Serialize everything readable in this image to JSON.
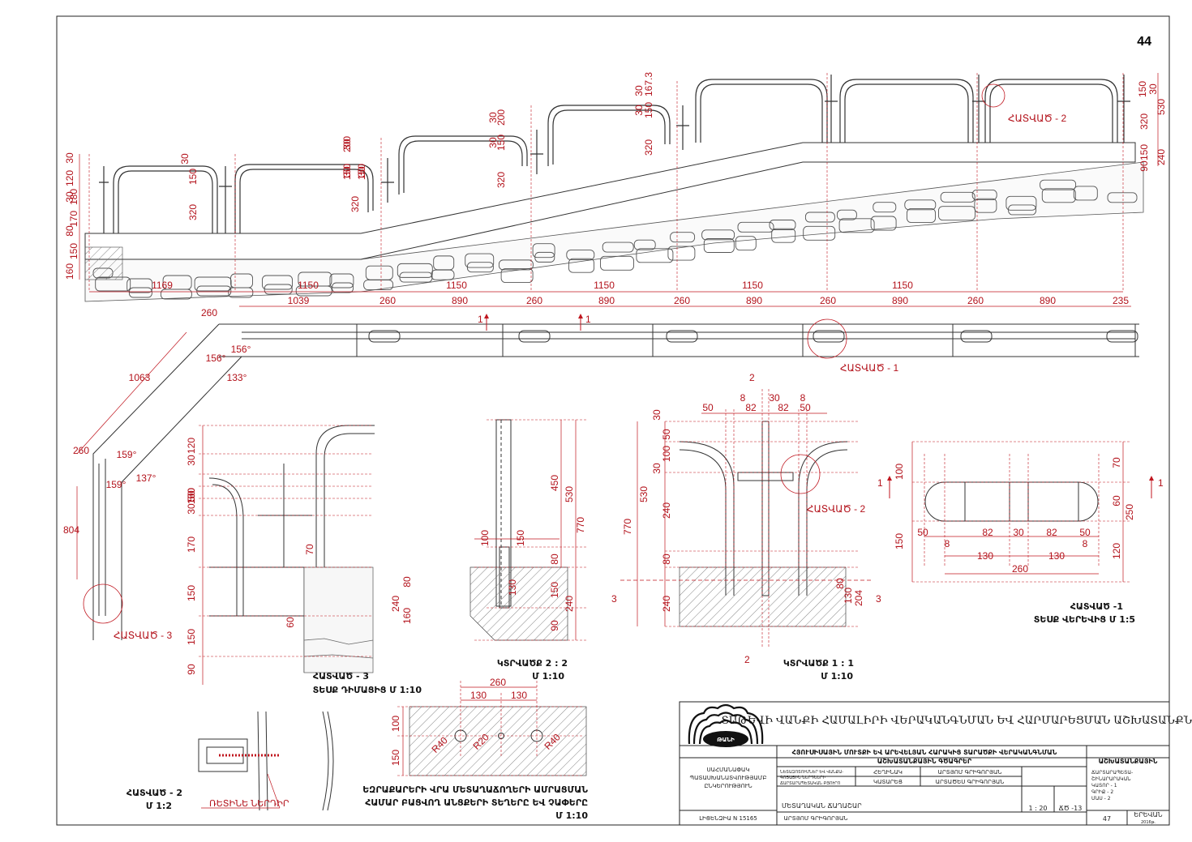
{
  "sheet": {
    "page_number": "44",
    "dims_top": [
      "1169",
      "1150",
      "1150",
      "1150",
      "1150",
      "1150"
    ],
    "dims_plan": [
      "1039",
      "260",
      "890",
      "260",
      "890",
      "260",
      "890",
      "260",
      "890",
      "260",
      "890",
      "235"
    ],
    "dims_left_stack": [
      "30",
      "120",
      "30",
      "180",
      "170",
      "80",
      "150",
      "160"
    ],
    "dims_post1": [
      "30",
      "150",
      "320"
    ],
    "dims_post2": [
      "30",
      "200",
      "30",
      "150",
      "30",
      "150",
      "320"
    ],
    "dims_post3": [
      "30",
      "200",
      "30",
      "150",
      "320"
    ],
    "dims_post4": [
      "30",
      "167.3",
      "30",
      "150",
      "320"
    ],
    "dims_right": [
      "150",
      "30",
      "530",
      "320",
      "150",
      "90",
      "240"
    ],
    "plan_dims_diag": [
      "260",
      "1063",
      "260",
      "804"
    ],
    "angles": [
      "156°",
      "156°",
      "133°",
      "159°",
      "159°",
      "137°"
    ],
    "label_hatvac1": "ՀԱՏՎԱԾ - 1",
    "label_hatvac2_top": "ՀԱՏՎԱԾ - 2",
    "label_hatvac3_plan": "ՀԱՏՎԱԾ - 3",
    "label_hatvac2_detail": "ՀԱՏՎԱԾ - 2",
    "section_marks": [
      "1",
      "1",
      "2",
      "2",
      "3",
      "3",
      "1",
      "1"
    ],
    "det3_dims": [
      "120",
      "30",
      "150",
      "100",
      "50",
      "30",
      "170",
      "150",
      "150",
      "90",
      "70",
      "60"
    ],
    "det3_caption1": "ՀԱՏՎԱԾ - 3",
    "det3_caption2": "ՏԵՍՔ ԴԻՄԱՑԻՑ Մ 1:10",
    "s22_dims": [
      "100",
      "150",
      "450",
      "530",
      "770",
      "80",
      "130",
      "150",
      "240",
      "80",
      "240",
      "160",
      "90"
    ],
    "s22_caption1": "ԿՏՐՎԱԾՔ 2 : 2",
    "s22_caption2": "Մ 1:10",
    "s11_dims_top": [
      "50",
      "8",
      "82",
      "30",
      "82",
      "8",
      "50"
    ],
    "s11_dims_left": [
      "30",
      "50",
      "100",
      "30",
      "240",
      "80",
      "240",
      "530",
      "770"
    ],
    "s11_dims_right": [
      "80",
      "130",
      "204"
    ],
    "s11_caption1": "ԿՏՐՎԱԾՔ 1 : 1",
    "s11_caption2": "Մ 1:10",
    "h1_dims": [
      "100",
      "150",
      "70",
      "60",
      "250",
      "120",
      "50",
      "82",
      "30",
      "82",
      "50",
      "8",
      "8",
      "130",
      "130",
      "260"
    ],
    "h1_caption1": "ՀԱՏՎԱԾ -1",
    "h1_caption2": "ՏԵՍՔ ՎԵՐԵՎԻՑ Մ 1:5",
    "h2_caption1": "ՀԱՏՎԱԾ - 2",
    "h2_caption2": "Մ 1:2",
    "h2_note": "ՌԵՏԻՆԵ ՆԵՐԴԻՐ",
    "holes_dims": [
      "260",
      "130",
      "130",
      "100",
      "150"
    ],
    "holes_radii": [
      "R40",
      "R20",
      "R40"
    ],
    "holes_caption": [
      "ԵԶՐԱՔԱՐԵՐԻ ՎՐԱ ՄԵՏԱՂԱՃՈՂԵՐԻ ԱՄՐԱՑՄԱՆ",
      "ՀԱՄԱՐ ԲԱՑՎՈՂ ԱՆՑՔԵՐԻ ՏԵՂԵՐԸ ԵՎ ՉԱՓԵՐԸ",
      "Մ 1:10"
    ]
  },
  "title_block": {
    "org_title": [
      "ՏԱԹԵՎԻ ՎԱՆՔԻ ՀԱՄԱԼԻՐԻ ՎԵՐԱԿԱՆԳՆՄԱՆ ԵՎ ՀԱՐՄԱՐԵՑՄԱՆ ԱՇԽԱՏԱՆՔՆԵՐ"
    ],
    "project_title": "ՀՅՈՒՍԻՍԱՅԻՆ ՄՈՒՏՔԻ ԵՎ ԱՐԵՎԵԼՅԱՆ ՀԱՐԱԿԻՑ ՏԱՐԱԾՔԻ ՎԵՐԱԿԱՆԳՆՄԱՆ",
    "project_sub": "ԱՇԽԱՏԱՆՔԱՅԻՆ ԳԾԱԳՐԵՐ",
    "company": [
      "ՍԱՀՄԱՆԱՓԱԿ",
      "ՊԱՏԱՍԽԱՆԱՏՎՈՒԹՅԱՄԲ",
      "ԸՆԿԵՐՈՒԹՅՈՒՆ"
    ],
    "license": "ԼԻՑԵՆԶԻԱ N 15165",
    "left_note": [
      "ՆԵՏԱԶՈՏՈՒՄՆԵՐ ԵՎ ՎԱՆՔԱ-",
      "ԳՈՅԱՅԻՆ ՆԵՐԴՆԵՐԻ",
      "ՃԱՐՏԱՐԱՊԵՏԱԿԱՆ ԲՅՈՒՐՈ"
    ],
    "role_1": "ՀԵՂԻՆԱԿ",
    "name_1": "ԱՐՏՅՈՄ ԳՐԻԳՈՐՅԱՆ",
    "role_2": "ԿԱՏԱՐԵՑ",
    "name_2": "ԱՐՏԱԾԵՍ ԳՐԻԳՈՐՅԱՆ",
    "sheet_label": "ՄԵՏԱՂԱԿԱՆ ՃԱՂԱՇԱՐ",
    "chief": "ԱՐՏՅՈՄ ԳՐԻԳՈՐՅԱՆ",
    "stage": "ԱՇԽԱՏԱՆՔԱՅԻՆ",
    "scale": "1 : 20",
    "sheet_code": "ՃԾ -13",
    "sheet_no": "47",
    "city": "ԵՐԵՎԱՆ",
    "year": "2016թ.",
    "right_list": [
      "ՃԱՐՏԱՐԱՊԵՏԱ-",
      "ՇԻՆԱՐԱՐԱԿԱՆ",
      "ԿԱՏՈՐ - 1",
      "ԳՐԻՔ - 2",
      "ՄԱՍ - 2"
    ],
    "logo_text": "ԹԱՆԻ"
  }
}
